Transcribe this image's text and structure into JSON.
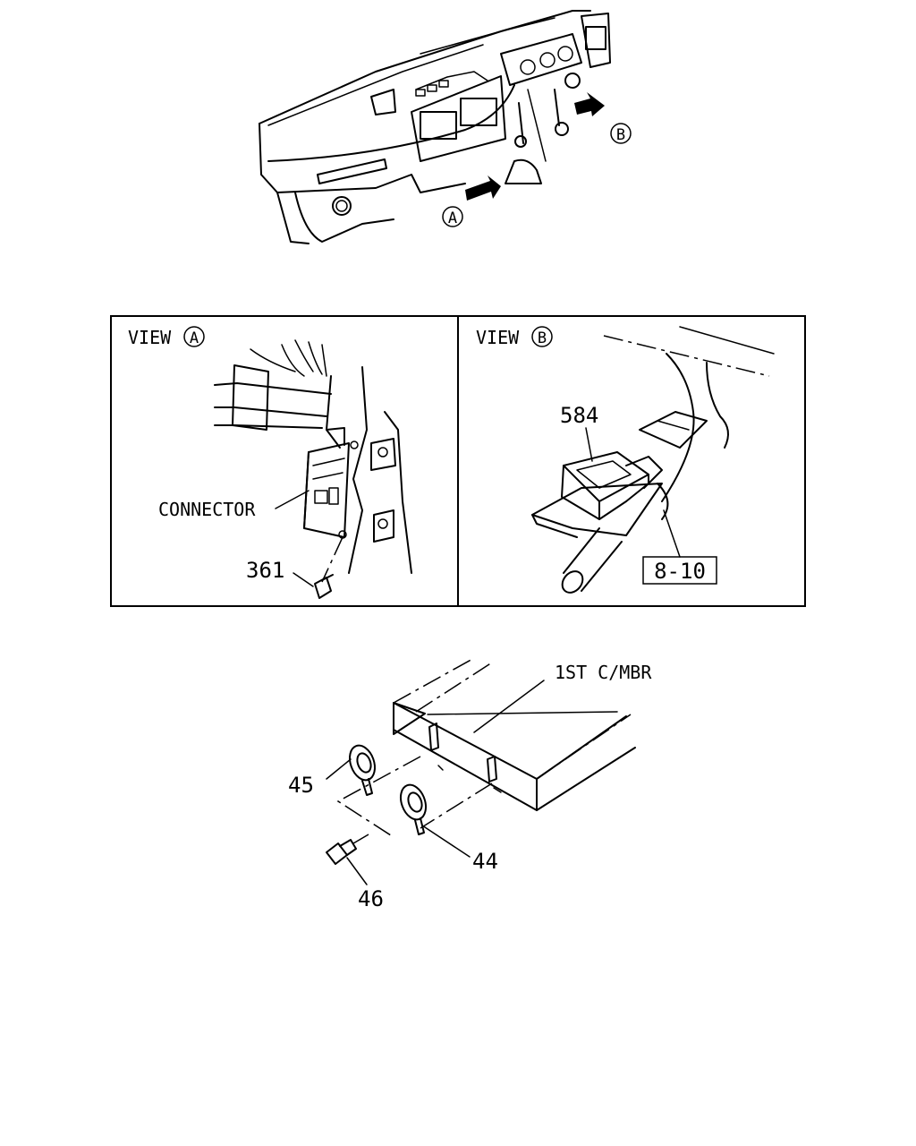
{
  "callouts": {
    "view_a_marker": "A",
    "view_b_marker": "B"
  },
  "view_a": {
    "title_prefix": "VIEW",
    "title_marker": "A",
    "connector_label": "CONNECTOR",
    "part_361": "361"
  },
  "view_b": {
    "title_prefix": "VIEW",
    "title_marker": "B",
    "part_584": "584",
    "ref_box": "8-10"
  },
  "horn_section": {
    "member_label": "1ST C/MBR",
    "part_45": "45",
    "part_44": "44",
    "part_46": "46"
  }
}
